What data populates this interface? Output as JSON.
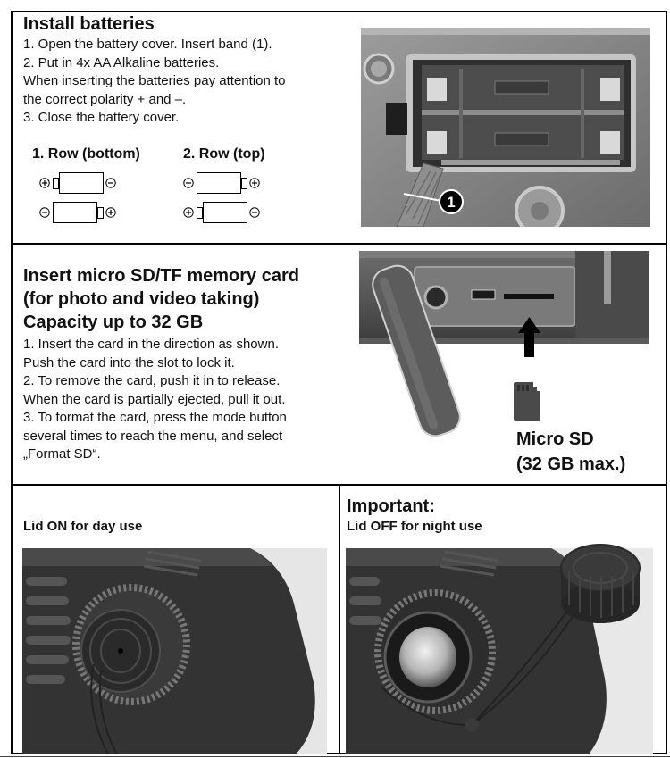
{
  "battery_section": {
    "title": "Install batteries",
    "steps": [
      "1. Open the battery cover. Insert band (1).",
      "2. Put in 4x AA Alkaline batteries.",
      "When inserting the batteries pay attention to",
      "the correct polarity + and –.",
      "3. Close the battery cover."
    ],
    "rows": [
      {
        "label": "1. Row (bottom)",
        "batteries": [
          [
            "plus",
            "minus"
          ],
          [
            "minus",
            "plus"
          ]
        ]
      },
      {
        "label": "2. Row (top)",
        "batteries": [
          [
            "minus",
            "plus"
          ],
          [
            "plus",
            "minus"
          ]
        ]
      }
    ],
    "photo": {
      "callout": "1"
    }
  },
  "memory_card_section": {
    "title_lines": [
      "Insert micro SD/TF memory card",
      "(for photo and video taking)",
      "Capacity up to 32 GB"
    ],
    "steps": [
      "1. Insert the card in the direction as shown.",
      "Push the card into the slot to lock it.",
      "2. To remove the card, push it in to release.",
      "When the card is partially ejected, pull it out.",
      "3. To format the card, press the mode button",
      "several times to reach the menu, and select",
      "„Format SD“."
    ],
    "card_label": [
      "Micro SD",
      "(32 GB max.)"
    ],
    "icons": {
      "arrow": "arrow-up-icon",
      "card": "sd-card-icon"
    }
  },
  "lid_section": {
    "day": {
      "label": "Lid ON for day use"
    },
    "night": {
      "heading": "Important:",
      "label": "Lid OFF for night use"
    }
  },
  "colors": {
    "text": "#111111",
    "border": "#000000"
  }
}
